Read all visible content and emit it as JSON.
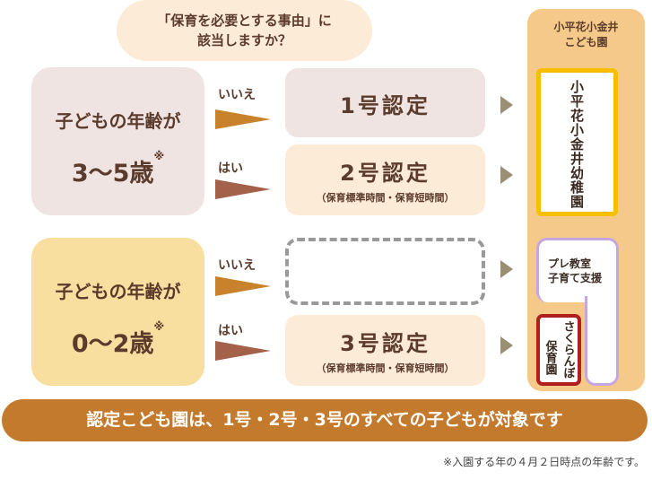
{
  "question": {
    "line1": "「保育を必要とする事由」に",
    "line2": "該当しますか？"
  },
  "groups": [
    {
      "line1": "子どもの年齢が",
      "line2": "3～5歳",
      "mark": "※"
    },
    {
      "line1": "子どもの年齢が",
      "line2": "0～2歳",
      "mark": "※"
    }
  ],
  "answers": {
    "no": "いいえ",
    "yes": "はい"
  },
  "certs": {
    "c1": {
      "title": "1号認定"
    },
    "c2": {
      "title": "2号認定",
      "sub": "（保育標準時間・保育短時間）"
    },
    "c3": {
      "title": "3号認定",
      "sub": "（保育標準時間・保育短時間）"
    }
  },
  "facility": {
    "title1": "小平花小金井",
    "title2": "こども園",
    "kindergarten": "小平花小金井幼稚園",
    "pre1": "プレ教室",
    "pre2": "子育て支援",
    "nursery1": "さくらんぼ",
    "nursery2": "保育園"
  },
  "banner": "認定こども園は、1号・2号・3号のすべての子どもが対象です",
  "footnote": "※入園する年の４月２日時点の年齢です。",
  "colors": {
    "brown": "#c47a2c",
    "arrow_no": "#c9822c",
    "arrow_yes": "#a4614a",
    "column": "#f5c98a",
    "kinder_border": "#f7bf00",
    "pre_border": "#c4a6e0",
    "nursery_border": "#b01e1e"
  }
}
